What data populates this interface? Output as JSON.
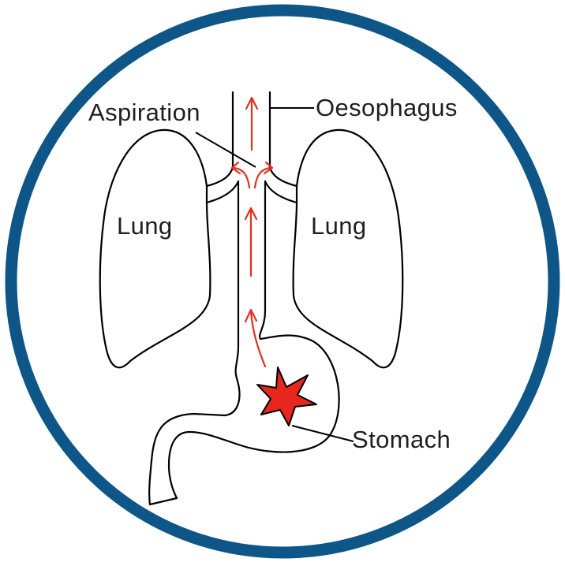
{
  "diagram": {
    "labels": {
      "aspiration": "Aspiration",
      "oesophagus": "Oesophagus",
      "lung_left": "Lung",
      "lung_right": "Lung",
      "stomach": "Stomach"
    },
    "colors": {
      "frame": "#0d5687",
      "outline": "#000000",
      "arrow": "#e0301e",
      "burst": "#e8261c",
      "background": "#ffffff"
    },
    "icons": {
      "reflux_marker": "burst-star-icon"
    }
  }
}
